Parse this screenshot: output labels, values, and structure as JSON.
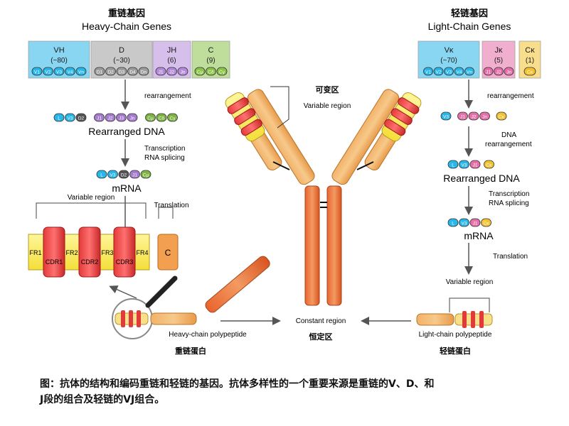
{
  "heavy": {
    "title_cn": "重链基因",
    "title_en": "Heavy-Chain Genes",
    "genes": [
      {
        "name": "VH",
        "count": "(~80)",
        "color": "#29b6e8",
        "segments": [
          "V1",
          "V2",
          "V3",
          "V4",
          "Vn"
        ]
      },
      {
        "name": "D",
        "count": "(~30)",
        "color": "#9e9e9e",
        "segments": [
          "D1",
          "D2",
          "D3",
          "D4",
          "Dn"
        ]
      },
      {
        "name": "JH",
        "count": "(6)",
        "color": "#b58cd9",
        "segments": [
          "J1",
          "J2",
          "Jn"
        ]
      },
      {
        "name": "C",
        "count": "(9)",
        "color": "#8cc34a",
        "segments": [
          "Cμ",
          "Cδ",
          "Cγ"
        ]
      }
    ],
    "step_rearrangement": "rearrangement",
    "rearranged_dna": "Rearranged DNA",
    "rearranged_segments": [
      "L",
      "V3",
      "D2",
      "J1",
      "J2",
      "J3",
      "Jn",
      "Cμ",
      "Cδ",
      "Cγ"
    ],
    "step_transcription": "Transcription",
    "step_splicing": "RNA splicing",
    "mrna": "mRNA",
    "mrna_segments": [
      "L",
      "V3",
      "D2",
      "J1",
      "Cμ"
    ],
    "variable_region": "Variable region",
    "translation": "Translation",
    "domains": [
      "FR1",
      "CDR1",
      "FR2",
      "CDR2",
      "FR3",
      "CDR3",
      "FR4",
      "C"
    ],
    "polypeptide": "Heavy-chain polypeptide",
    "protein_cn": "重链蛋白"
  },
  "light": {
    "title_cn": "轻链基因",
    "title_en": "Light-Chain Genes",
    "genes": [
      {
        "name": "Vκ",
        "count": "(~70)",
        "color": "#29b6e8",
        "segments": [
          "V1",
          "V2",
          "V3",
          "V4",
          "Vn"
        ]
      },
      {
        "name": "Jκ",
        "count": "(5)",
        "color": "#e56fa8",
        "segments": [
          "J1",
          "J2",
          "Jn"
        ]
      },
      {
        "name": "Cκ",
        "count": "(1)",
        "color": "#f2c230",
        "segments": [
          "Cκ"
        ]
      }
    ],
    "step_rearrangement": "rearrangement",
    "pre_segments": [
      "V3",
      "J1",
      "J2",
      "Jn",
      "Cκ"
    ],
    "step_dna_1": "DNA",
    "step_dna_2": "rearrangement",
    "rearranged_dna": "Rearranged DNA",
    "rearranged_segments": [
      "L",
      "V3",
      "J1",
      "Cκ"
    ],
    "step_transcription": "Transcription",
    "step_splicing": "RNA splicing",
    "mrna": "mRNA",
    "mrna_segments": [
      "L",
      "V3",
      "J1",
      "Cκ"
    ],
    "translation": "Translation",
    "variable_region": "Variable region",
    "polypeptide": "Light-chain polypeptide",
    "protein_cn": "轻链蛋白"
  },
  "antibody": {
    "variable_cn": "可变区",
    "variable_en": "Variable region",
    "constant_en": "Constant region",
    "constant_cn": "恒定区"
  },
  "caption_line1": "图：抗体的结构和编码重链和轻链的基因。抗体多样性的一个重要来源是重链的V、D、和",
  "caption_line2": "J段的组合及轻链的VJ组合。"
}
